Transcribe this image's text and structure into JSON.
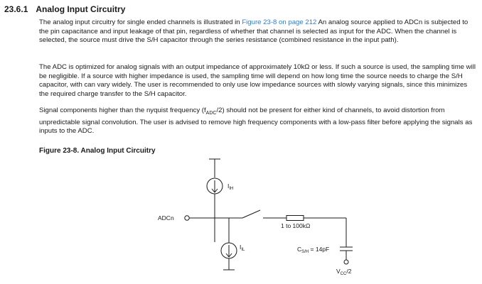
{
  "section": {
    "number": "23.6.1",
    "title": "Analog Input Circuitry"
  },
  "paragraphs": {
    "p1_before_link": "The analog input circuitry for single ended channels is illustrated in ",
    "p1_link": "Figure 23-8 on page 212",
    "p1_after_link": " An analog source applied to ADCn is subjected to the pin capacitance and input leakage of that pin, regardless of whether that channel is selected as input for the ADC. When the channel is selected, the source must drive the S/H capacitor through the series resistance (combined resistance in the input path).",
    "p2": "The ADC is optimized for analog signals with an output impedance of approximately 10kΩ or less. If such a source is used, the sampling time will be negligible. If a source with higher impedance is used, the sampling time will depend on how long time the source needs to charge the S/H capacitor, with can vary widely. The user is recommended to only use low impedance sources with slowly varying signals, since this minimizes the required charge transfer to the S/H capacitor.",
    "p3_before_sub": "Signal components higher than the nyquist frequency (f",
    "p3_sub": "ADC",
    "p3_after_sub": "/2) should not be present for either kind of channels, to avoid distortion from unpredictable signal convolution. The user is advised to remove high frequency components with a low-pass filter before applying the signals as inputs to the ADC."
  },
  "figure": {
    "caption": "Figure 23-8.  Analog Input Circuitry",
    "labels": {
      "iih_main": "I",
      "iih_sub": "IH",
      "iil_main": "I",
      "iil_sub": "IL",
      "adcn": "ADCn",
      "resistor": "1 to 100kΩ",
      "csh_main": "C",
      "csh_sub": "S/H",
      "csh_value": " = 14pF",
      "vcc_main": "V",
      "vcc_sub": "CC",
      "vcc_suffix": "/2"
    }
  }
}
